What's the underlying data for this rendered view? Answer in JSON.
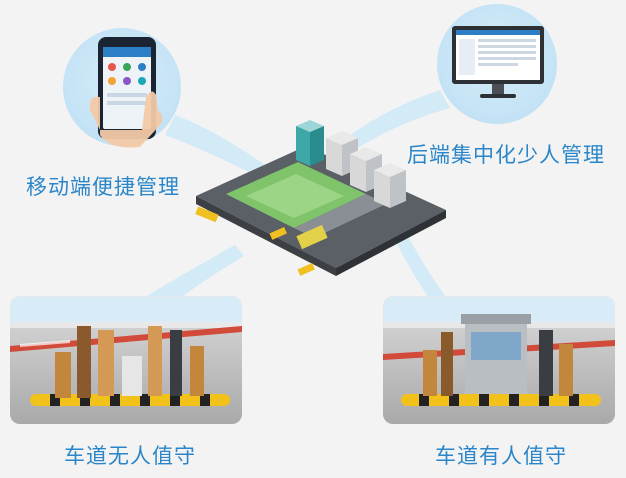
{
  "labels": {
    "mobile": "移动端便捷管理",
    "backend": "后端集中化少人管理",
    "unmanned": "车道无人值守",
    "manned": "车道有人值守"
  },
  "colors": {
    "label_blue": "#2a86c8",
    "bubble": "#c6e4f6",
    "barrier_red": "#d24a3a",
    "curb_yellow": "#f2c21a"
  }
}
